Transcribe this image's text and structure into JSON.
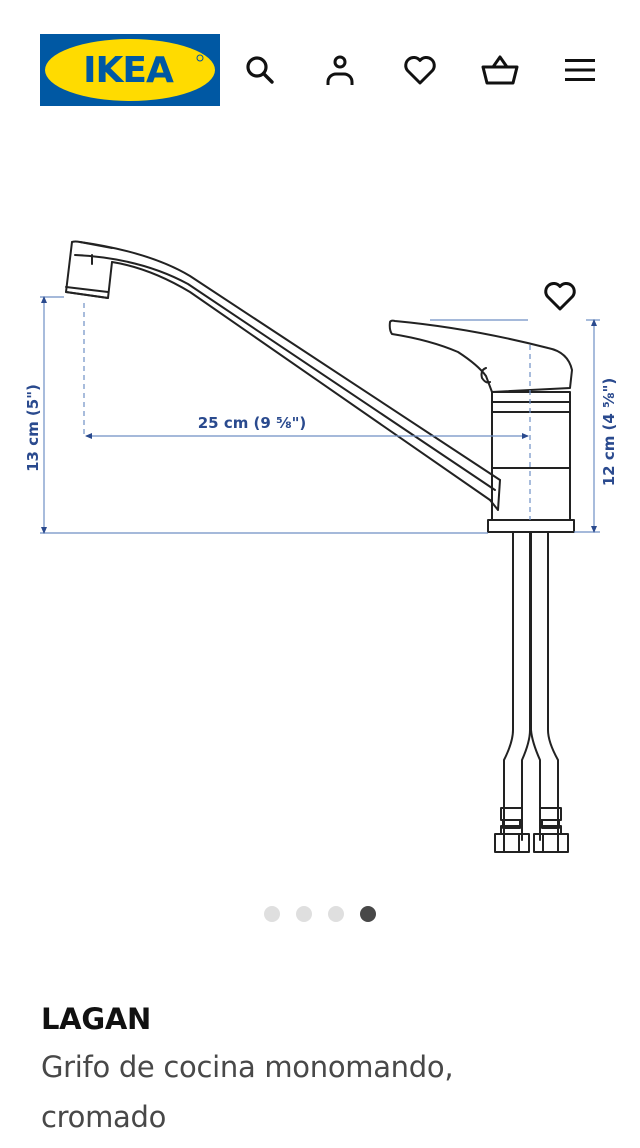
{
  "header": {
    "logo_text": "IKEA",
    "brand_colors": {
      "blue": "#0058a3",
      "yellow": "#ffdb00"
    },
    "nav_icons": [
      {
        "name": "search-icon",
        "label": "search"
      },
      {
        "name": "account-icon",
        "label": "account"
      },
      {
        "name": "heart-icon",
        "label": "favourites"
      },
      {
        "name": "basket-icon",
        "label": "shopping bag"
      },
      {
        "name": "menu-icon",
        "label": "menu"
      }
    ]
  },
  "gallery": {
    "image_description": "Dimension line drawing of kitchen faucet",
    "dimensions": {
      "height_spout": "13 cm (5\")",
      "reach": "25 cm (9 ⅝\")",
      "height_body": "12 cm (4 ⅝\")"
    },
    "dim_color": "#2a4a8e",
    "favourite_icon": "heart-icon",
    "dots_total": 4,
    "active_dot": 4
  },
  "product": {
    "name": "LAGAN",
    "description_line1": "Grifo de cocina monomando,",
    "description_line2": "cromado"
  }
}
